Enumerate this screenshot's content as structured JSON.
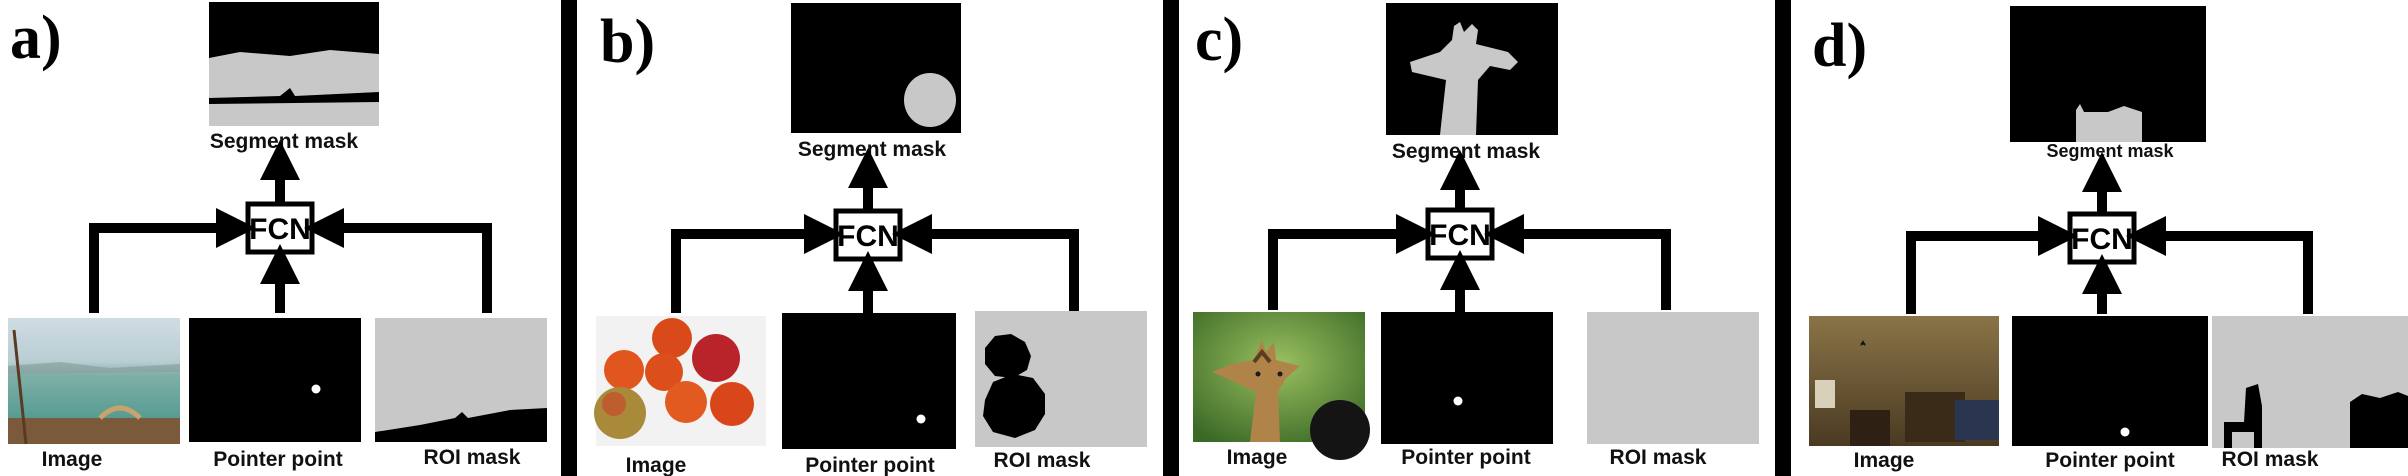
{
  "panels": [
    {
      "letter": "a)",
      "segment_label": "Segment mask",
      "fcn_label": "FCN",
      "image_label": "Image",
      "pointer_label": "Pointer point",
      "roi_label": "ROI mask"
    },
    {
      "letter": "b)",
      "segment_label": "Segment mask",
      "fcn_label": "FCN",
      "image_label": "Image",
      "pointer_label": "Pointer point",
      "roi_label": "ROI mask"
    },
    {
      "letter": "c)",
      "segment_label": "Segment mask",
      "fcn_label": "FCN",
      "image_label": "Image",
      "pointer_label": "Pointer point",
      "roi_label": "ROI mask"
    },
    {
      "letter": "d)",
      "segment_label": "Segment mask",
      "fcn_label": "FCN",
      "image_label": "Image",
      "pointer_label": "Pointer point",
      "roi_label": "ROI mask"
    }
  ],
  "colors": {
    "mask_gray": "#c8c8c8",
    "background": "#ffffff",
    "ink": "#000000"
  }
}
